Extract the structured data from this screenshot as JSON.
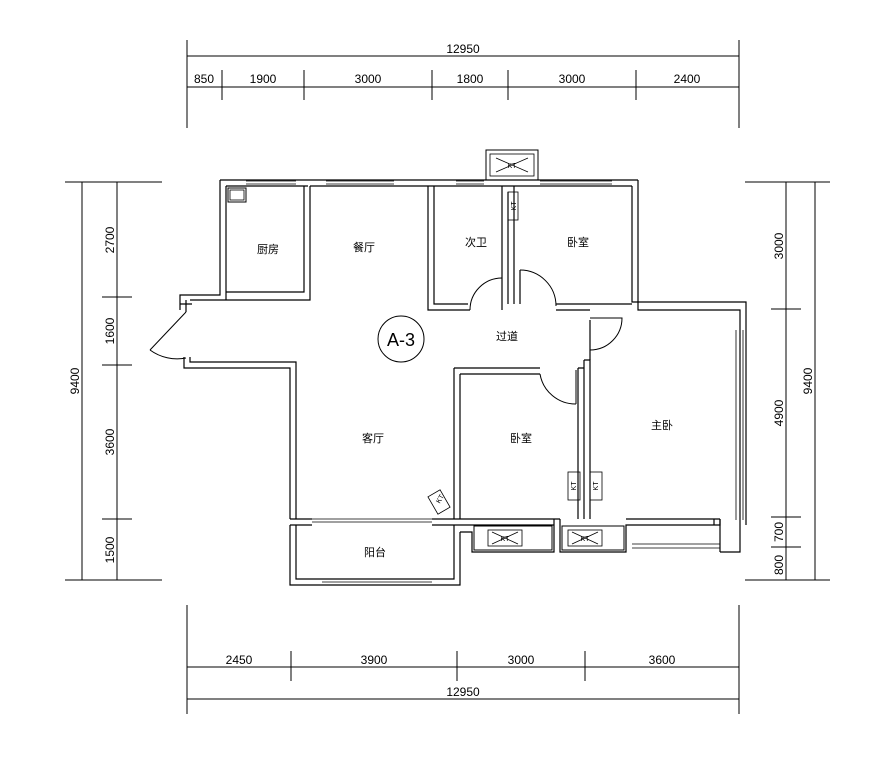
{
  "plan": {
    "unit_tag": "A-3",
    "rooms": {
      "kitchen": "厨房",
      "dining": "餐厅",
      "second_bath": "次卫",
      "bedroom_north": "卧室",
      "corridor": "过道",
      "living": "客厅",
      "bedroom_south": "卧室",
      "master_bedroom": "主卧",
      "balcony": "阳台"
    },
    "equipment": {
      "ac_unit": "KT",
      "ac_unit_2": "KT",
      "ac_unit_3": "KT",
      "vent_1": "KT",
      "vent_2": "KT",
      "vent_3": "KT",
      "vent_4": "KT"
    }
  },
  "dimensions": {
    "top_total": "12950",
    "top_segments": [
      "850",
      "1900",
      "3000",
      "1800",
      "3000",
      "2400"
    ],
    "bottom_segments": [
      "2450",
      "3900",
      "3000",
      "3600"
    ],
    "bottom_total": "12950",
    "left_total": "9400",
    "left_segments": [
      "2700",
      "1600",
      "3600",
      "1500"
    ],
    "right_total": "9400",
    "right_segments": [
      "3000",
      "4900",
      "700",
      "800"
    ]
  }
}
